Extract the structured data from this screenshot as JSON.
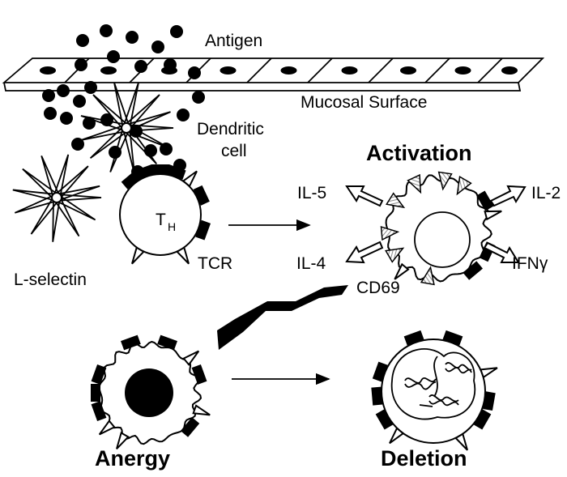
{
  "labels": {
    "antigen": "Antigen",
    "mucosal_surface": "Mucosal Surface",
    "dendritic_line1": "Dendritic",
    "dendritic_line2": "cell",
    "th_main": "T",
    "th_sub": "H",
    "tcr": "TCR",
    "l_selectin": "L-selectin",
    "activation": "Activation",
    "il5": "IL-5",
    "il2": "IL-2",
    "il4": "IL-4",
    "ifng": "IFNγ",
    "cd69": "CD69",
    "anergy": "Anergy",
    "deletion": "Deletion"
  },
  "colors": {
    "ink": "#000000",
    "background": "#ffffff",
    "hatch": "#8a8a8a"
  }
}
